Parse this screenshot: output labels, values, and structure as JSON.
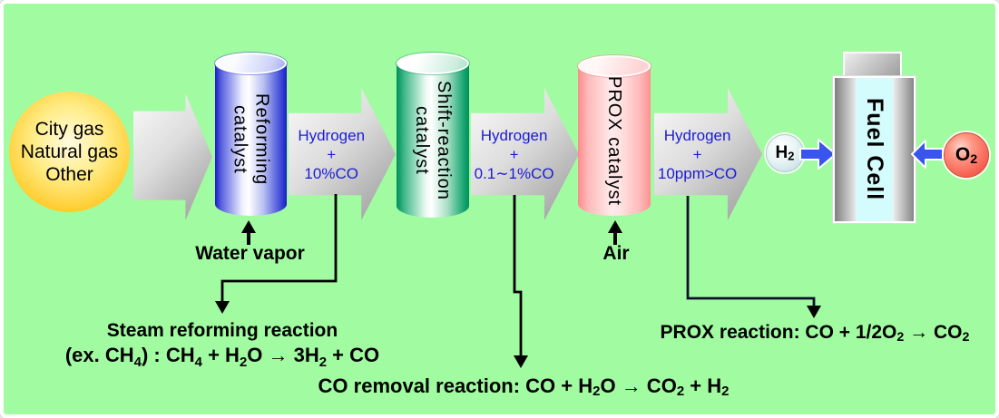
{
  "colors": {
    "canvas_bg": "#a1fba1",
    "frame_border": "#ffffff",
    "source_yellow": "#ffc925",
    "gray_arrow": "#bdbdbd",
    "flow_text_blue": "#1b1bd6",
    "reforming_cylinder_blue": "#1b1bc4",
    "shift_cylinder_green": "#00905c",
    "prox_cylinder_pink": "#fc8c8c",
    "fuel_cell_panel_cyan": "#d4fcfc",
    "h2_bubble": "#b9d7dc",
    "o2_bubble": "#e84141",
    "blue_arrow": "#3a55ee",
    "annotation_black": "#000000"
  },
  "source": {
    "text": "City gas\nNatural gas\nOther"
  },
  "cylinders": [
    {
      "label": "Reforming\ncatalyst"
    },
    {
      "label": "Shift-reaction\ncatalyst"
    },
    {
      "label": "PROX catalyst"
    }
  ],
  "flows": [
    {
      "text": "Hydrogen\n+\n10%CO"
    },
    {
      "text": "Hydrogen\n+\n0.1∼1%CO"
    },
    {
      "text": "Hydrogen\n+\n10ppm>CO"
    }
  ],
  "inputs": {
    "water_vapor": "Water vapor",
    "air": "Air"
  },
  "fuel_cell": {
    "label": "Fuel Cell",
    "h2_html": "H<sub>2</sub>",
    "o2_html": "O<sub>2</sub>"
  },
  "reactions": {
    "steam": {
      "title": "Steam reforming reaction",
      "formula_html": "(ex. CH<sub>4</sub>) : CH<sub>4</sub> + H<sub>2</sub>O → 3H<sub>2</sub> + CO"
    },
    "co_removal": {
      "formula_html": "CO removal reaction: CO + H<sub>2</sub>O → CO<sub>2</sub> + H<sub>2</sub>"
    },
    "prox": {
      "formula_html": "PROX reaction: CO + 1/2O<sub>2</sub> → CO<sub>2</sub>"
    }
  }
}
